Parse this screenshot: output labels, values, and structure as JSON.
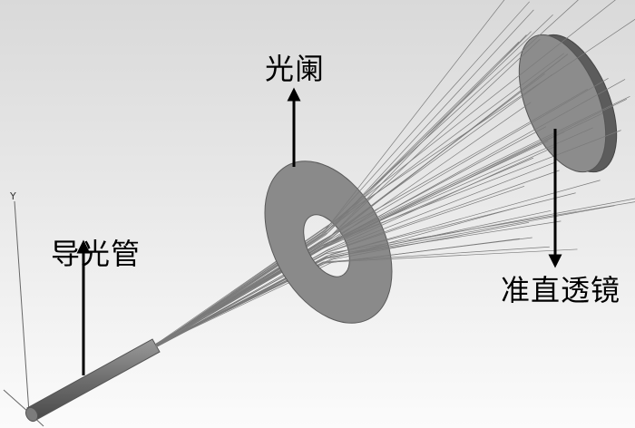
{
  "labels": {
    "aperture": "光阑",
    "light_guide": "导光管",
    "collimating_lens": "准直透镜",
    "axis_y": "Y"
  },
  "colors": {
    "background_top": "#d9d9d9",
    "background_bottom": "#fbfbfb",
    "component_fill": "#8a8a8a",
    "component_edge": "#5a5a5a",
    "ray": "#7a7a7a",
    "arrow": "#000000"
  }
}
